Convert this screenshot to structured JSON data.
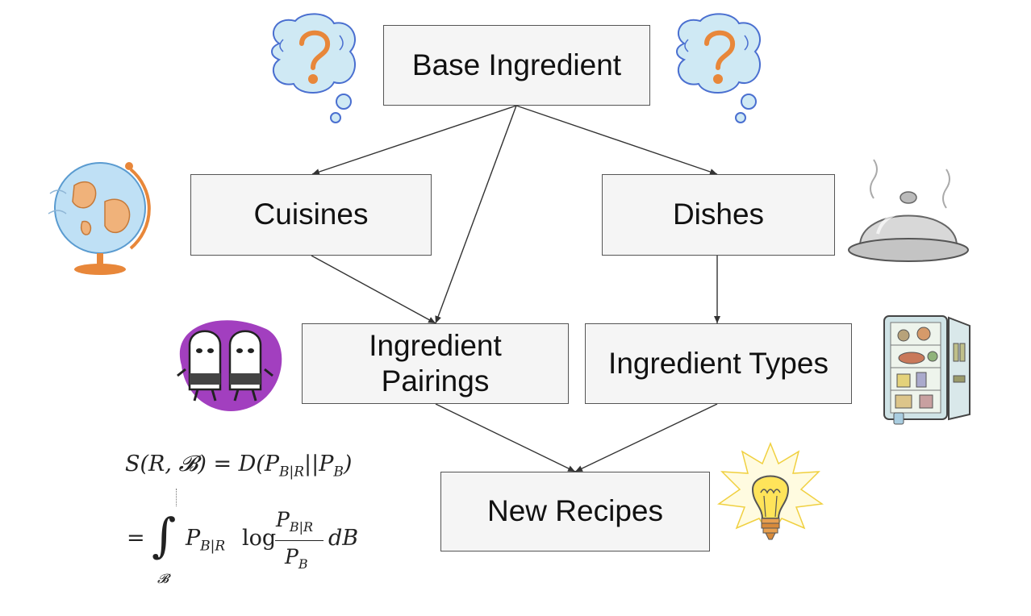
{
  "nodes": {
    "base": "Base Ingredient",
    "cuisines": "Cuisines",
    "dishes": "Dishes",
    "pairings_line1": "Ingredient",
    "pairings_line2": "Pairings",
    "types": "Ingredient Types",
    "recipes": "New Recipes"
  },
  "formula": {
    "line1": "S(R, 𝓑) = D(P",
    "line1_sub1": "B|R",
    "line1_mid": "||P",
    "line1_sub2": "B",
    "line1_end": ")",
    "line2_eq": "=",
    "integral": "∫",
    "integral_sub": "𝓑",
    "p": "P",
    "p_sub": "B|R",
    "log": "log",
    "frac_num": "P",
    "frac_num_sub": "B|R",
    "frac_den": "P",
    "frac_den_sub": "B",
    "dB": "dB"
  },
  "icons": [
    "question-cloud-icon",
    "question-cloud-icon",
    "globe-icon",
    "food-cloche-icon",
    "salt-shakers-icon",
    "fridge-icon",
    "lightbulb-icon"
  ],
  "colors": {
    "node_fill": "#f5f5f5",
    "node_border": "#555555",
    "edge": "#333333"
  }
}
